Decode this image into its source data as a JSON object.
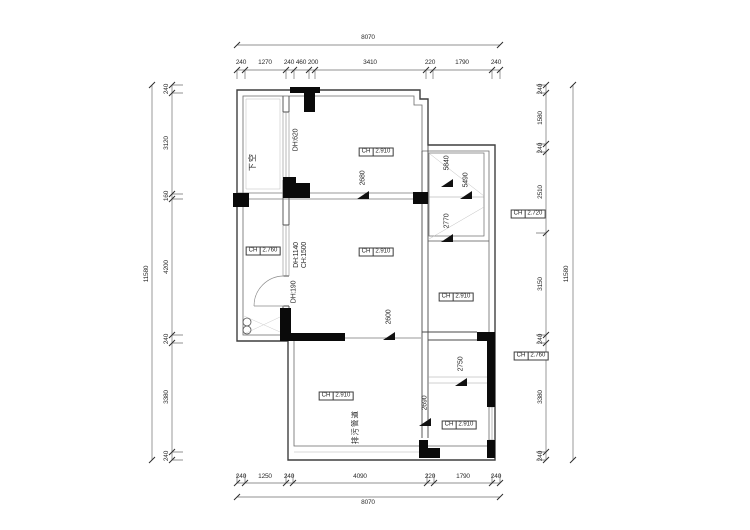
{
  "dims": {
    "top": {
      "overall": "8070",
      "segments": [
        "240",
        "1270",
        "240",
        "460",
        "200",
        "3410",
        "220",
        "1790",
        "240"
      ]
    },
    "bottom": {
      "overall": "8070",
      "segments": [
        "240",
        "1250",
        "240",
        "4090",
        "220",
        "1790",
        "240"
      ]
    },
    "left": {
      "overall": "11580",
      "segments": [
        "240",
        "3120",
        "160",
        "4200",
        "240",
        "3380",
        "240"
      ]
    },
    "right": {
      "overall": "11580",
      "segments": [
        "240",
        "1580",
        "240",
        "2510",
        "3150",
        "240",
        "3380",
        "240"
      ]
    }
  },
  "leaders": {
    "values": [
      "2680",
      "5840",
      "5490",
      "2770",
      "2600",
      "2750",
      "2690"
    ]
  },
  "ceiling": {
    "prefix": "CH",
    "values": [
      "2.910",
      "2.760",
      "2.910",
      "2.910",
      "2.720",
      "2.760",
      "2.910",
      "2.910"
    ]
  },
  "openings": {
    "dh620": "DH:620",
    "dh1140": "DH:1140",
    "ch1500": "CH:1500",
    "dh190": "DH:190"
  },
  "rooms": {
    "void_label": "下空",
    "drain_label": "排污管道"
  },
  "colors": {
    "wall": "#3f3f3f",
    "column_fill": "#0a0a0a",
    "thin_line": "#8a8a8a",
    "light_line": "#c4c4c4",
    "text": "#2b2b2b"
  }
}
